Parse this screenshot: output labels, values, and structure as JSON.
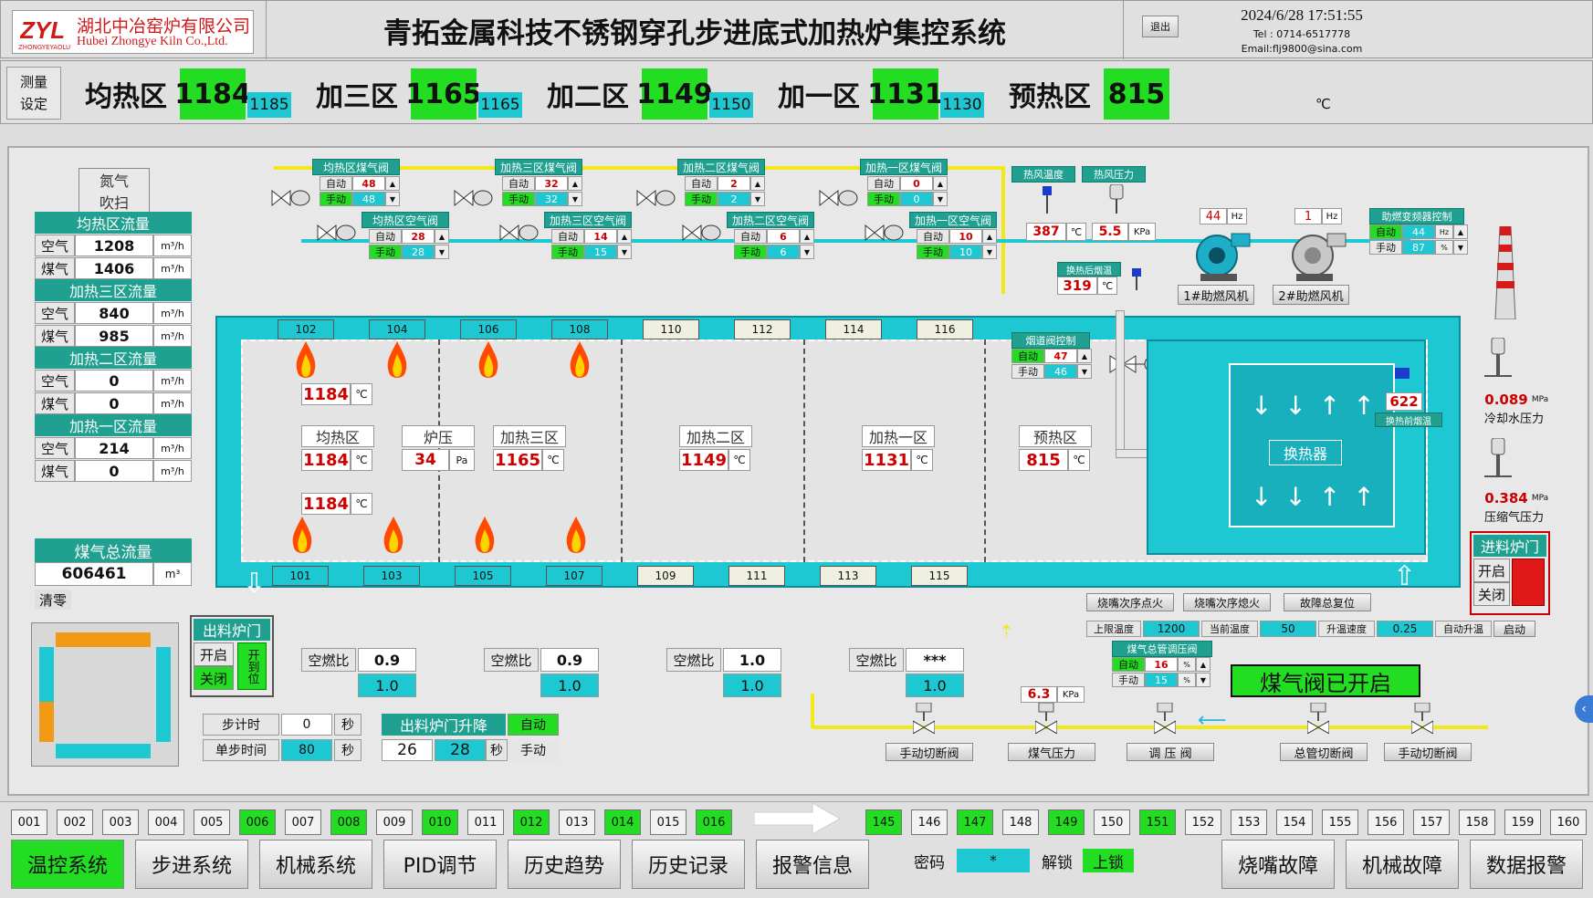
{
  "header": {
    "company_cn": "湖北中冶窑炉有限公司",
    "company_en": "Hubei Zhongye Kiln Co.,Ltd.",
    "logo_small": "ZHONGYEYAOLU",
    "title": "青拓金属科技不锈钢穿孔步进底式加热炉集控系统",
    "exit_label": "退出",
    "datetime": "2024/6/28  17:51:55",
    "tel": "Tel : 0714-6517778",
    "email": "Email:flj9800@sina.com"
  },
  "setpoints": {
    "label1": "测量",
    "label2": "设定",
    "unit": "℃",
    "zones": [
      {
        "name": "均热区",
        "measured": "1184",
        "set": "1185"
      },
      {
        "name": "加三区",
        "measured": "1165",
        "set": "1165"
      },
      {
        "name": "加二区",
        "measured": "1149",
        "set": "1150"
      },
      {
        "name": "加一区",
        "measured": "1131",
        "set": "1130"
      },
      {
        "name": "预热区",
        "measured": "815",
        "set": ""
      }
    ]
  },
  "nitrogen": {
    "line1": "氮气",
    "line2": "吹扫"
  },
  "flows": {
    "air": "空气",
    "gas": "煤气",
    "unit": "m³/h",
    "groups": [
      {
        "title": "均热区流量",
        "air": "1208",
        "gas": "1406"
      },
      {
        "title": "加热三区流量",
        "air": "840",
        "gas": "985"
      },
      {
        "title": "加热二区流量",
        "air": "0",
        "gas": "0"
      },
      {
        "title": "加热一区流量",
        "air": "214",
        "gas": "0"
      }
    ],
    "total_title": "煤气总流量",
    "total_value": "606461",
    "total_unit": "m³",
    "clear": "清零"
  },
  "valves": {
    "auto": "自动",
    "manual": "手动",
    "gas": [
      {
        "title": "均热区煤气阀",
        "auto": "48",
        "manual": "48"
      },
      {
        "title": "加热三区煤气阀",
        "auto": "32",
        "manual": "32"
      },
      {
        "title": "加热二区煤气阀",
        "auto": "2",
        "manual": "2"
      },
      {
        "title": "加热一区煤气阀",
        "auto": "0",
        "manual": "0"
      }
    ],
    "air": [
      {
        "title": "均热区空气阀",
        "auto": "28",
        "manual": "28"
      },
      {
        "title": "加热三区空气阀",
        "auto": "14",
        "manual": "15"
      },
      {
        "title": "加热二区空气阀",
        "auto": "6",
        "manual": "6"
      },
      {
        "title": "加热一区空气阀",
        "auto": "10",
        "manual": "10"
      }
    ]
  },
  "hot_air": {
    "temp_title": "热风温度",
    "press_title": "热风压力",
    "temp": "387",
    "temp_unit": "℃",
    "press": "5.5",
    "press_unit": "KPa"
  },
  "after_exchange": {
    "title": "换热后烟温",
    "value": "319",
    "unit": "℃"
  },
  "fans": {
    "fan1_hz": "44",
    "fan2_hz": "1",
    "hz": "Hz",
    "fan1_label": "1#助燃风机",
    "fan2_label": "2#助燃风机"
  },
  "vfd": {
    "title": "助燃变频器控制",
    "auto": "44",
    "auto_unit": "Hz",
    "manual": "87",
    "manual_unit": "%"
  },
  "flue_valve": {
    "title": "烟道阀控制",
    "auto": "47",
    "manual": "46"
  },
  "burners_top": [
    "102",
    "104",
    "106",
    "108",
    "110",
    "112",
    "114",
    "116"
  ],
  "burners_bottom": [
    "101",
    "103",
    "105",
    "107",
    "109",
    "111",
    "113",
    "115"
  ],
  "furnace": {
    "zone_temp_unit": "℃",
    "upper_temp": "1184",
    "lower_temp": "1184",
    "zones": [
      {
        "name": "均热区",
        "temp": "1184"
      },
      {
        "name": "加热三区",
        "temp": "1165"
      },
      {
        "name": "加热二区",
        "temp": "1149"
      },
      {
        "name": "加热一区",
        "temp": "1131"
      },
      {
        "name": "预热区",
        "temp": "815"
      }
    ],
    "pressure_label": "炉压",
    "pressure_value": "34",
    "pressure_unit": "Pa"
  },
  "exchanger": {
    "label": "换热器",
    "pre_temp": "622",
    "pre_label": "换热前烟温"
  },
  "right_gauges": {
    "cool_value": "0.089",
    "cool_unit": "MPa",
    "cool_label": "冷却水压力",
    "comp_value": "0.384",
    "comp_unit": "MPa",
    "comp_label": "压缩气压力"
  },
  "feed_door": {
    "title": "进料炉门",
    "open": "开启",
    "close": "关闭"
  },
  "discharge_door": {
    "title": "出料炉门",
    "open": "开启",
    "close": "关闭",
    "state": "开到位"
  },
  "air_fuel": {
    "label": "空燃比",
    "values": [
      {
        "ratio": "0.9",
        "set": "1.0"
      },
      {
        "ratio": "0.9",
        "set": "1.0"
      },
      {
        "ratio": "1.0",
        "set": "1.0"
      },
      {
        "ratio": "***",
        "set": "1.0"
      }
    ]
  },
  "step": {
    "count_label": "步计时",
    "count_value": "0",
    "count_unit": "秒",
    "single_label": "单步时间",
    "single_value": "80",
    "single_unit": "秒"
  },
  "door_lift": {
    "title": "出料炉门升降",
    "auto": "自动",
    "manual": "手动",
    "v1": "26",
    "v2": "28",
    "unit": "秒"
  },
  "ignition": {
    "seq_ignite": "烧嘴次序点火",
    "seq_off": "烧嘴次序熄火",
    "reset": "故障总复位",
    "upper_label": "上限温度",
    "upper": "1200",
    "cur_label": "当前温度",
    "cur": "50",
    "rate_label": "升温速度",
    "rate": "0.25",
    "auto_label": "自动升温",
    "start": "启动"
  },
  "gas_main": {
    "title": "煤气总管调压阀",
    "auto": "16",
    "manual": "15",
    "unit": "%",
    "status": "煤气阀已开启",
    "pressure": "6.3",
    "pressure_unit": "KPa",
    "labels": [
      "手动切断阀",
      "煤气压力",
      "调 压 阀",
      "总管切断阀",
      "手动切断阀"
    ]
  },
  "pages_left": [
    "001",
    "002",
    "003",
    "004",
    "005",
    "006",
    "007",
    "008",
    "009",
    "010",
    "011",
    "012",
    "013",
    "014",
    "015",
    "016"
  ],
  "pages_left_on": [
    false,
    false,
    false,
    false,
    false,
    true,
    false,
    true,
    false,
    true,
    false,
    true,
    false,
    true,
    false,
    true
  ],
  "pages_right": [
    "145",
    "146",
    "147",
    "148",
    "149",
    "150",
    "151",
    "152",
    "153",
    "154",
    "155",
    "156",
    "157",
    "158",
    "159",
    "160"
  ],
  "pages_right_on": [
    true,
    false,
    true,
    false,
    true,
    false,
    true,
    false,
    false,
    false,
    false,
    false,
    false,
    false,
    false,
    false
  ],
  "nav": {
    "items": [
      "温控系统",
      "步进系统",
      "机械系统",
      "PID调节",
      "历史趋势",
      "历史记录",
      "报警信息"
    ],
    "password": "密码",
    "password_value": "*",
    "unlock": "解锁",
    "lock": "上锁",
    "right_items": [
      "烧嘴故障",
      "机械故障",
      "数据报警"
    ]
  },
  "colors": {
    "accent_green": "#22dd22",
    "cyan": "#1ec8d2",
    "alarm_red": "#cc0000",
    "pipe_yellow": "#f3e817"
  }
}
